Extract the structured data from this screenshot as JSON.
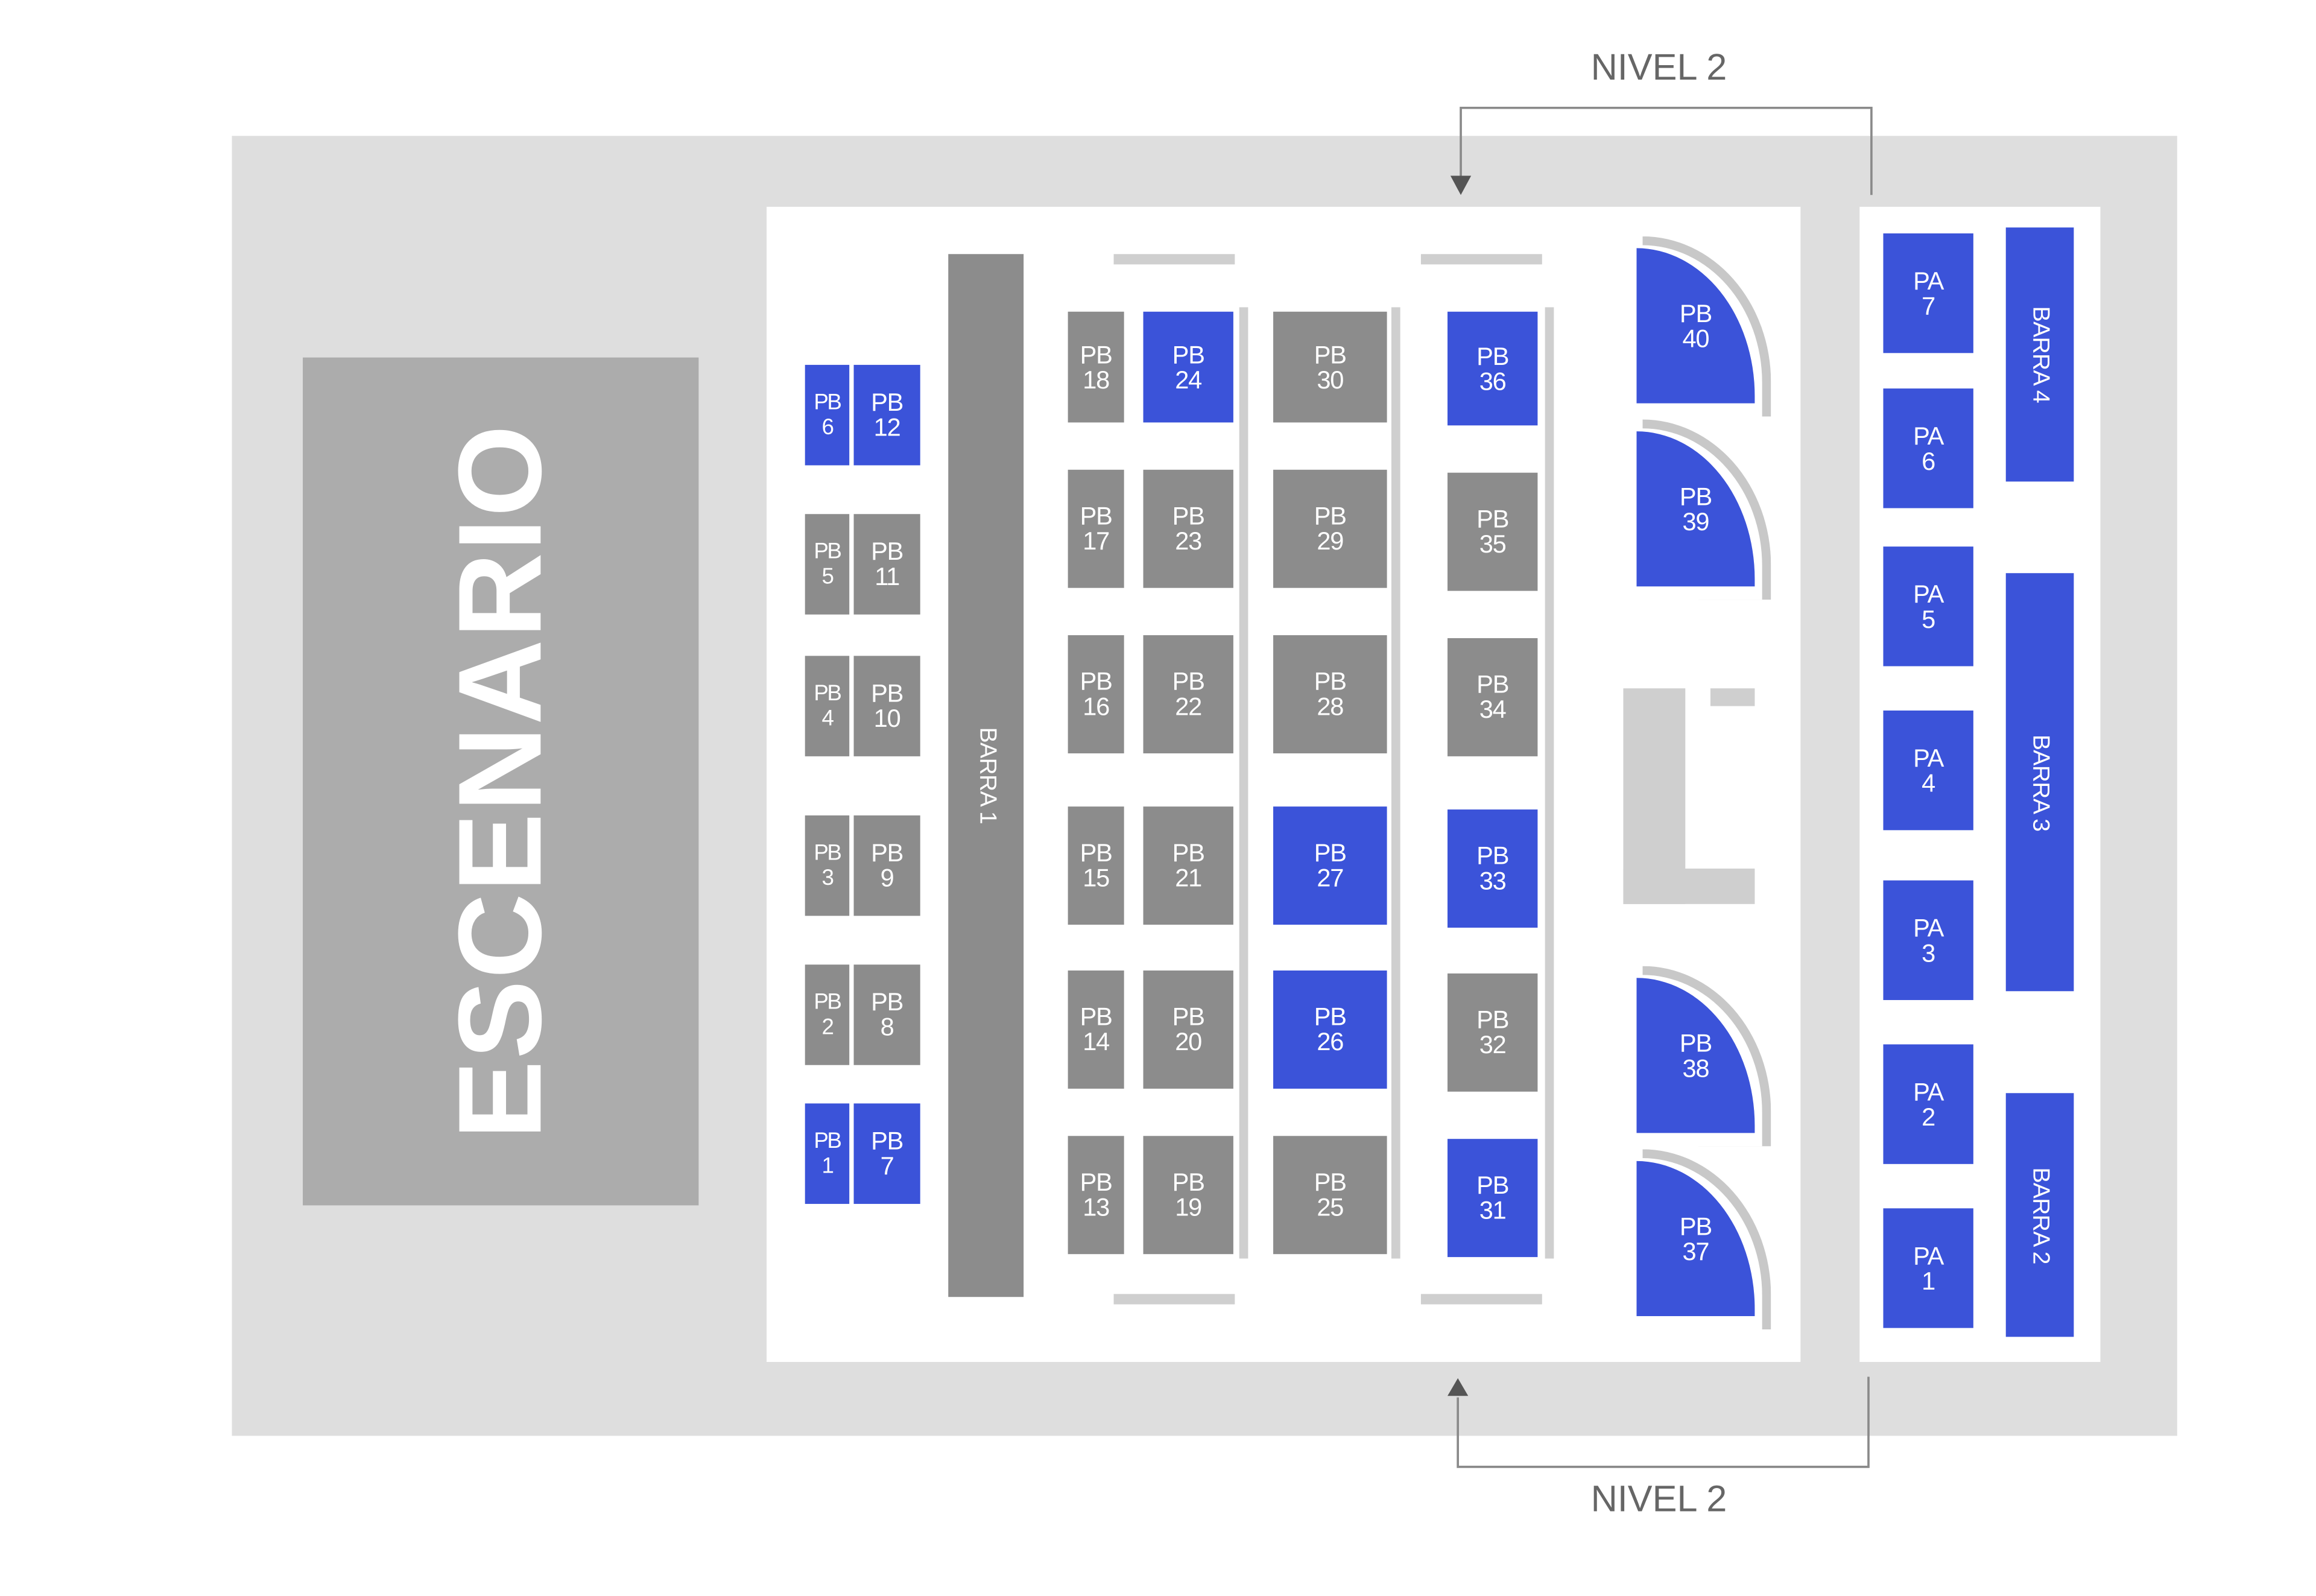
{
  "stage": {
    "label": "ESCENARIO"
  },
  "nivel_top": {
    "label": "NIVEL 2"
  },
  "nivel_bottom": {
    "label": "NIVEL 2"
  },
  "colors": {
    "available": "#3b53d9",
    "unavailable": "#8c8c8c",
    "venue": "#dedede",
    "stage": "#acacac"
  },
  "bars": [
    {
      "name": "barra-1",
      "label": "BARRA 1",
      "status": "unavailable"
    },
    {
      "name": "barra-2",
      "label": "BARRA 2",
      "status": "available"
    },
    {
      "name": "barra-3",
      "label": "BARRA 3",
      "status": "available"
    },
    {
      "name": "barra-4",
      "label": "BARRA 4",
      "status": "available"
    }
  ],
  "tables": [
    {
      "prefix": "PB",
      "num": "1",
      "status": "available"
    },
    {
      "prefix": "PB",
      "num": "2",
      "status": "unavailable"
    },
    {
      "prefix": "PB",
      "num": "3",
      "status": "unavailable"
    },
    {
      "prefix": "PB",
      "num": "4",
      "status": "unavailable"
    },
    {
      "prefix": "PB",
      "num": "5",
      "status": "unavailable"
    },
    {
      "prefix": "PB",
      "num": "6",
      "status": "available"
    },
    {
      "prefix": "PB",
      "num": "7",
      "status": "available"
    },
    {
      "prefix": "PB",
      "num": "8",
      "status": "unavailable"
    },
    {
      "prefix": "PB",
      "num": "9",
      "status": "unavailable"
    },
    {
      "prefix": "PB",
      "num": "10",
      "status": "unavailable"
    },
    {
      "prefix": "PB",
      "num": "11",
      "status": "unavailable"
    },
    {
      "prefix": "PB",
      "num": "12",
      "status": "available"
    },
    {
      "prefix": "PB",
      "num": "13",
      "status": "unavailable"
    },
    {
      "prefix": "PB",
      "num": "14",
      "status": "unavailable"
    },
    {
      "prefix": "PB",
      "num": "15",
      "status": "unavailable"
    },
    {
      "prefix": "PB",
      "num": "16",
      "status": "unavailable"
    },
    {
      "prefix": "PB",
      "num": "17",
      "status": "unavailable"
    },
    {
      "prefix": "PB",
      "num": "18",
      "status": "unavailable"
    },
    {
      "prefix": "PB",
      "num": "19",
      "status": "unavailable"
    },
    {
      "prefix": "PB",
      "num": "20",
      "status": "unavailable"
    },
    {
      "prefix": "PB",
      "num": "21",
      "status": "unavailable"
    },
    {
      "prefix": "PB",
      "num": "22",
      "status": "unavailable"
    },
    {
      "prefix": "PB",
      "num": "23",
      "status": "unavailable"
    },
    {
      "prefix": "PB",
      "num": "24",
      "status": "available"
    },
    {
      "prefix": "PB",
      "num": "25",
      "status": "unavailable"
    },
    {
      "prefix": "PB",
      "num": "26",
      "status": "available"
    },
    {
      "prefix": "PB",
      "num": "27",
      "status": "available"
    },
    {
      "prefix": "PB",
      "num": "28",
      "status": "unavailable"
    },
    {
      "prefix": "PB",
      "num": "29",
      "status": "unavailable"
    },
    {
      "prefix": "PB",
      "num": "30",
      "status": "unavailable"
    },
    {
      "prefix": "PB",
      "num": "31",
      "status": "available"
    },
    {
      "prefix": "PB",
      "num": "32",
      "status": "unavailable"
    },
    {
      "prefix": "PB",
      "num": "33",
      "status": "available"
    },
    {
      "prefix": "PB",
      "num": "34",
      "status": "unavailable"
    },
    {
      "prefix": "PB",
      "num": "35",
      "status": "unavailable"
    },
    {
      "prefix": "PB",
      "num": "36",
      "status": "available"
    },
    {
      "prefix": "PB",
      "num": "37",
      "status": "available"
    },
    {
      "prefix": "PB",
      "num": "38",
      "status": "available"
    },
    {
      "prefix": "PB",
      "num": "39",
      "status": "available"
    },
    {
      "prefix": "PB",
      "num": "40",
      "status": "available"
    },
    {
      "prefix": "PA",
      "num": "1",
      "status": "available"
    },
    {
      "prefix": "PA",
      "num": "2",
      "status": "available"
    },
    {
      "prefix": "PA",
      "num": "3",
      "status": "available"
    },
    {
      "prefix": "PA",
      "num": "4",
      "status": "available"
    },
    {
      "prefix": "PA",
      "num": "5",
      "status": "available"
    },
    {
      "prefix": "PA",
      "num": "6",
      "status": "available"
    },
    {
      "prefix": "PA",
      "num": "7",
      "status": "available"
    }
  ]
}
